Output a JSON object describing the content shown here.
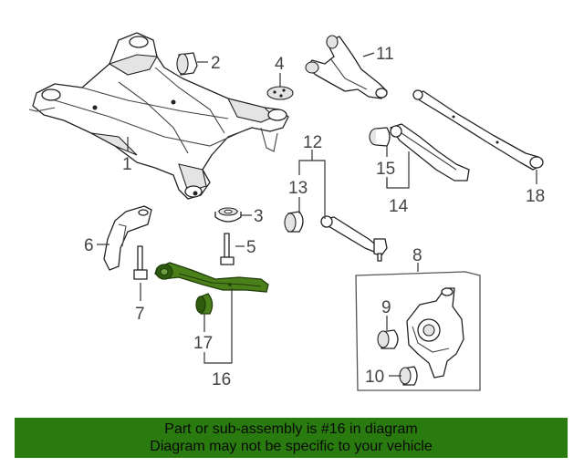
{
  "callouts": {
    "c1": "1",
    "c2": "2",
    "c3": "3",
    "c4": "4",
    "c5": "5",
    "c6": "6",
    "c7": "7",
    "c8": "8",
    "c9": "9",
    "c10": "10",
    "c11": "11",
    "c12": "12",
    "c13": "13",
    "c14": "14",
    "c15": "15",
    "c16": "16",
    "c17": "17",
    "c18": "18"
  },
  "highlight_color": "#4a7f1a",
  "banner": {
    "background": "#297a0f",
    "line1": "Part or sub-assembly is #16 in diagram",
    "line2": "Diagram may not be specific to your vehicle"
  }
}
